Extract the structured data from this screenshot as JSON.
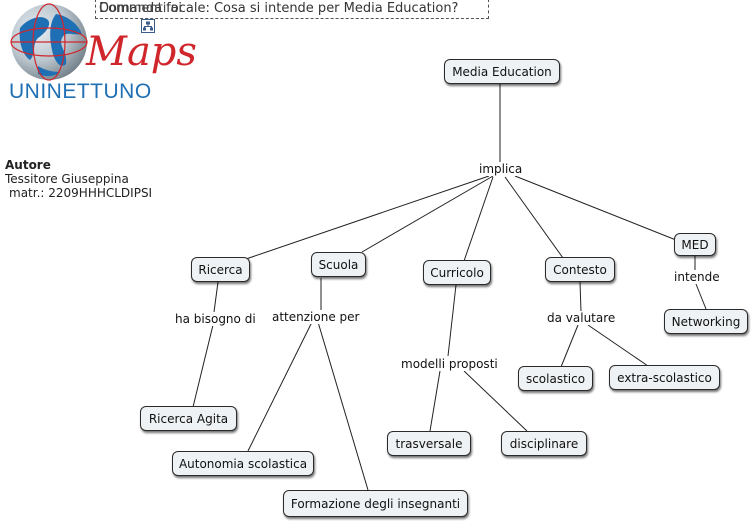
{
  "header": {
    "focus_question": "Domanda focale: Cosa si intende per Media Education?",
    "overlay_text": "Commenti ai",
    "logo_maps": "Maps",
    "logo_uni": "UNINETTUNO"
  },
  "author": {
    "heading": "Autore",
    "name": "Tessitore Giuseppina",
    "matr": "matr.: 2209HHHCLDIPSI"
  },
  "concepts": {
    "media_education": "Media Education",
    "ricerca": "Ricerca",
    "scuola": "Scuola",
    "curricolo": "Curricolo",
    "contesto": "Contesto",
    "med": "MED",
    "networking": "Networking",
    "ricerca_agita": "Ricerca Agita",
    "autonomia": "Autonomia scolastica",
    "formazione": "Formazione degli insegnanti",
    "trasversale": "trasversale",
    "disciplinare": "disciplinare",
    "scolastico": "scolastico",
    "extra_scolastico": "extra-scolastico"
  },
  "links": {
    "implica": "implica",
    "ha_bisogno_di": "ha bisogno di",
    "attenzione_per": "attenzione per",
    "modelli_proposti": "modelli proposti",
    "da_valutare": "da valutare",
    "intende": "intende"
  },
  "colors": {
    "node_fill": "#eef2f4",
    "logo_red": "#d0262b",
    "logo_blue": "#1f6fb4"
  }
}
